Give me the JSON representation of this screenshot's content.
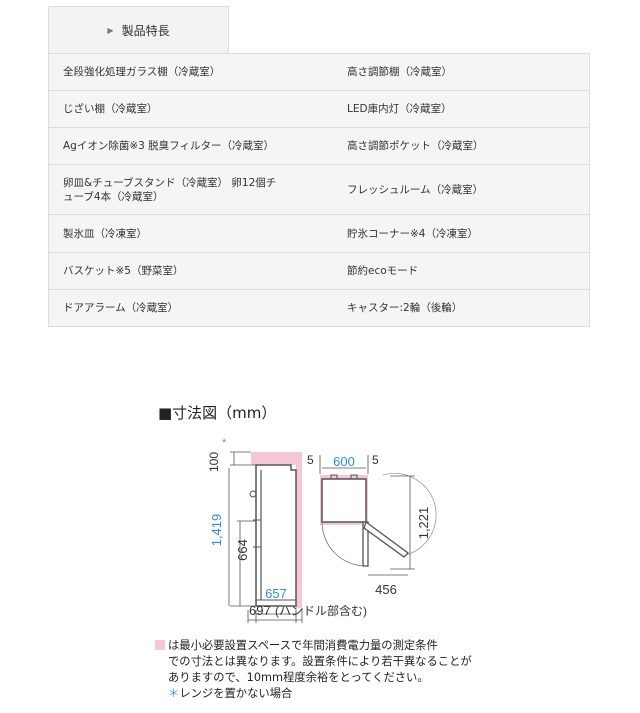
{
  "tab": {
    "arrow_icon": "▶",
    "label": "製品特長"
  },
  "features": [
    [
      "全段強化処理ガラス棚（冷蔵室）",
      "高さ調節棚（冷蔵室）"
    ],
    [
      "じざい棚（冷蔵室）",
      "LED庫内灯（冷蔵室）"
    ],
    [
      "Agイオン除菌※3 脱臭フィルター（冷蔵室）",
      "高さ調節ポケット（冷蔵室）"
    ],
    [
      "卵皿&チューブスタンド（冷蔵室） 卵12個チューブ4本（冷蔵室）",
      "フレッシュルーム（冷蔵室）"
    ],
    [
      "製氷皿（冷凍室）",
      "貯氷コーナー※4（冷凍室）"
    ],
    [
      "バスケット※5（野菜室）",
      "節約ecoモード"
    ],
    [
      "ドアアラーム（冷蔵室）",
      "キャスター:2輪（後輪）"
    ]
  ],
  "diagram": {
    "title": "■寸法図（mm）",
    "side": {
      "top_clearance": "100",
      "top_clearance_mark": "*",
      "height": "1,419",
      "lower_height": "664",
      "depth": "657",
      "depth_with_handle": "697",
      "depth_with_handle_note": "(ハンドル部含む)"
    },
    "top": {
      "side_clearance_left": "5",
      "width": "600",
      "side_clearance_right": "5",
      "depth_open": "1,221",
      "door_swing": "456"
    },
    "colors": {
      "clearance": "#f5c7d7",
      "highlight_number": "#2b8fd6",
      "outline": "#555555"
    }
  },
  "note": {
    "line1": "は最小必要設置スペースで年間消費電力量の測定条件",
    "line2": "での寸法とは異なります。設置条件により若干異なることが",
    "line3": "ありますので、10mm程度余裕をとってください。",
    "star": "＊",
    "star_text": "レンジを置かない場合"
  }
}
